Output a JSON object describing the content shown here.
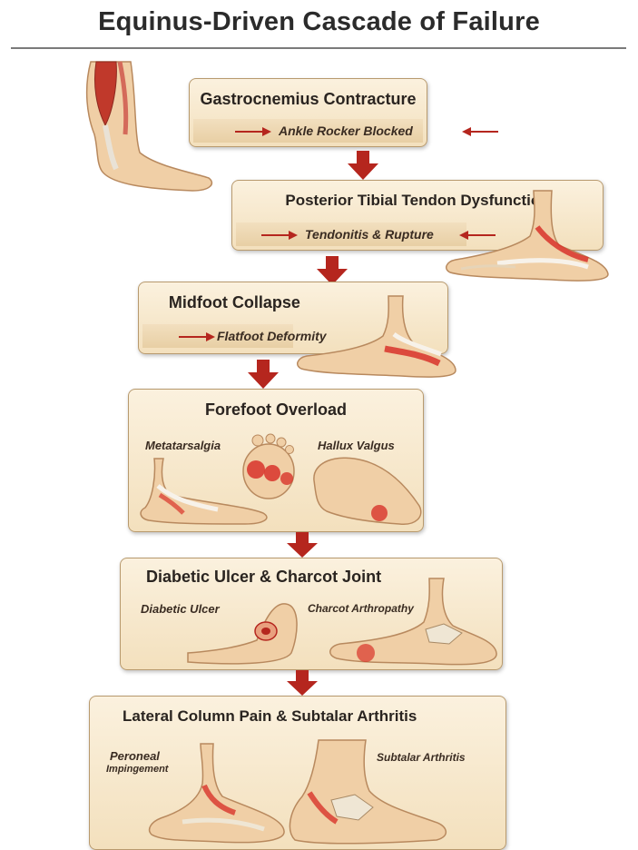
{
  "title": "Equinus-Driven Cascade of Failure",
  "steps": [
    {
      "title": "Gastrocnemius Contracture",
      "subtitle": "Ankle Rocker Blocked"
    },
    {
      "title": "Posterior Tibial Tendon Dysfunction",
      "subtitle": "Tendonitis & Rupture"
    },
    {
      "title": "Midfoot Collapse",
      "subtitle": "Flatfoot Deformity"
    },
    {
      "title": "Forefoot Overload",
      "labels": [
        "Metatarsalgia",
        "Hallux Valgus"
      ]
    },
    {
      "title": "Diabetic Ulcer & Charcot Joint",
      "labels": [
        "Diabetic Ulcer",
        "Charcot Arthropathy"
      ]
    },
    {
      "title": "Lateral Column Pain & Subtalar Arthritis",
      "labels": [
        "Peroneal",
        "Impingement",
        "Subtalar Arthritis"
      ]
    }
  ],
  "colors": {
    "arrow": "#b5261e",
    "box_fill": "#f6e6c8",
    "skin": "#f0cfa6",
    "inflammation": "#d8332a"
  }
}
